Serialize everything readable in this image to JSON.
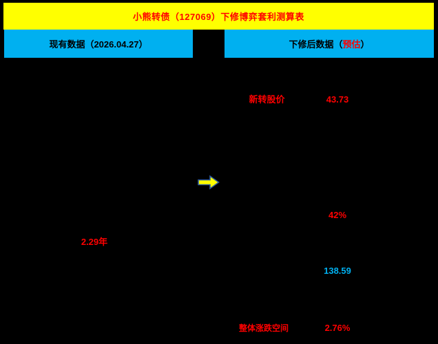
{
  "title": "小熊转债（127069）下修博弈套利测算表",
  "headers": {
    "current": "现有数据（2026.04.27）",
    "revised_prefix": "下修后数据（",
    "revised_highlight": "预估",
    "revised_suffix": "）"
  },
  "body": {
    "new_conversion_price": {
      "label": "新转股价",
      "value": "43.73"
    },
    "premium_rate": {
      "value": "42%"
    },
    "remaining_maturity": {
      "value": "2.29年"
    },
    "bond_price": {
      "value": "138.59"
    },
    "overall_change": {
      "label": "整体涨跌空间",
      "value": "2.76%"
    }
  },
  "icons": {
    "arrow": "right-arrow"
  },
  "colors": {
    "title_bg": "#FFFF00",
    "header_bg": "#00B0F0",
    "accent_red": "#FF0000",
    "accent_cyan": "#00B0F0",
    "background": "#000000",
    "arrow_fill": "#FFFF00",
    "arrow_outline": "#2E5B9F"
  }
}
